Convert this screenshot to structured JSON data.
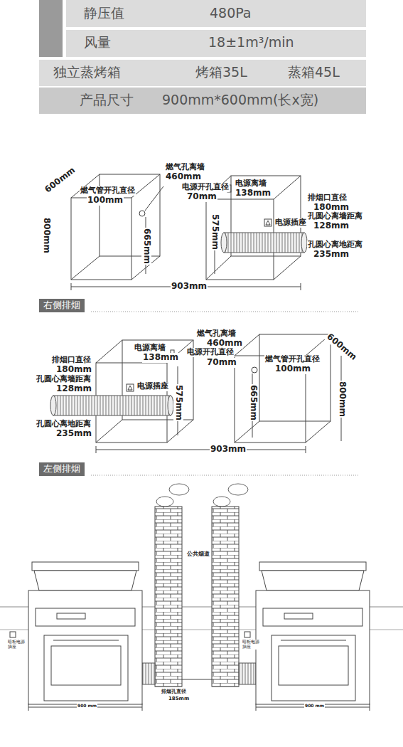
{
  "diagram": {
    "nodes": [
      {
        "text": [
          "右侧排烟"
        ]
      },
      {
        "text": [
          "左侧排烟"
        ]
      }
    ],
    "labels": [
      "静压值",
      "480Pa",
      "风量",
      "18±1m³/min",
      "独立蒸烤箱",
      "烤箱35L",
      "蒸箱45L",
      "产品尺寸",
      "900mm*600mm(长x宽)",
      "600mm",
      "800mm",
      "燃气管开孔直径",
      "100mm",
      "燃气孔离墙",
      "460mm",
      "电源开孔直径",
      "70mm",
      "665mm",
      "电源离墙",
      "138mm",
      "575mm",
      "电源插座",
      "排烟口直径",
      "180mm",
      "孔圆心离墙距离",
      "128mm",
      "孔圆心离地距离",
      "235mm",
      "903mm",
      "排烟口直径",
      "180mm",
      "孔圆心离墙距离",
      "128mm",
      "孔圆心离地距离",
      "235mm",
      "电源离墙",
      "138mm",
      "电源插座",
      "575mm",
      "燃气孔离墙",
      "460mm",
      "电源开孔直径",
      "70mm",
      "600mm",
      "燃气管开孔直径",
      "100mm",
      "665mm",
      "800mm",
      "903mm",
      "公共烟道",
      "排烟孔直径",
      "185mm",
      "暗柜电源插座",
      "暗柜电源插座",
      "900 mm",
      "900 mm"
    ]
  }
}
